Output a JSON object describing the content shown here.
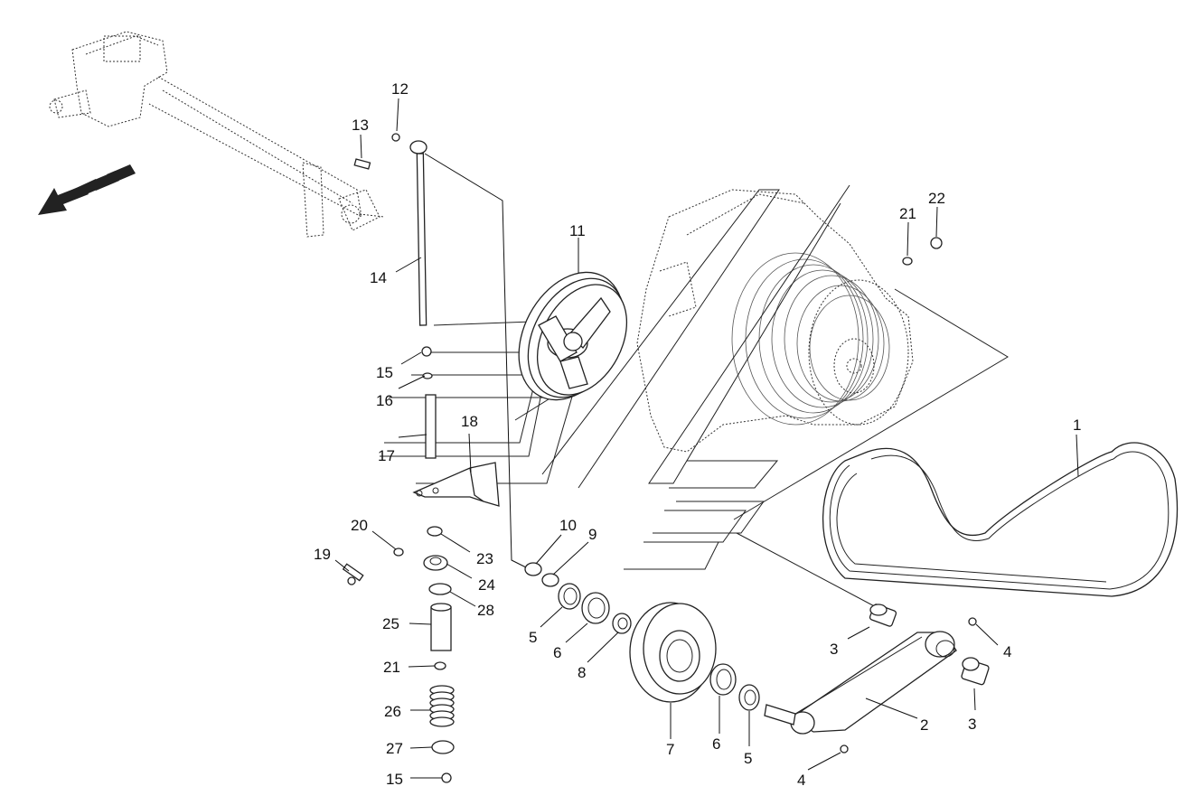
{
  "callouts": {
    "c1": "1",
    "c2": "2",
    "c3a": "3",
    "c3b": "3",
    "c4a": "4",
    "c4b": "4",
    "c5a": "5",
    "c5b": "5",
    "c6a": "6",
    "c6b": "6",
    "c7": "7",
    "c8": "8",
    "c9": "9",
    "c10": "10",
    "c11": "11",
    "c12": "12",
    "c13": "13",
    "c14": "14",
    "c15a": "15",
    "c15b": "15",
    "c16": "16",
    "c17": "17",
    "c18": "18",
    "c19": "19",
    "c20": "20",
    "c21a": "21",
    "c21b": "21",
    "c22": "22",
    "c23": "23",
    "c24": "24",
    "c25": "25",
    "c26": "26",
    "c27": "27",
    "c28": "28"
  },
  "colors": {
    "line": "#222222",
    "background": "#ffffff",
    "arrow": "#222222"
  },
  "icons": {
    "direction": "direction-arrow-icon"
  }
}
